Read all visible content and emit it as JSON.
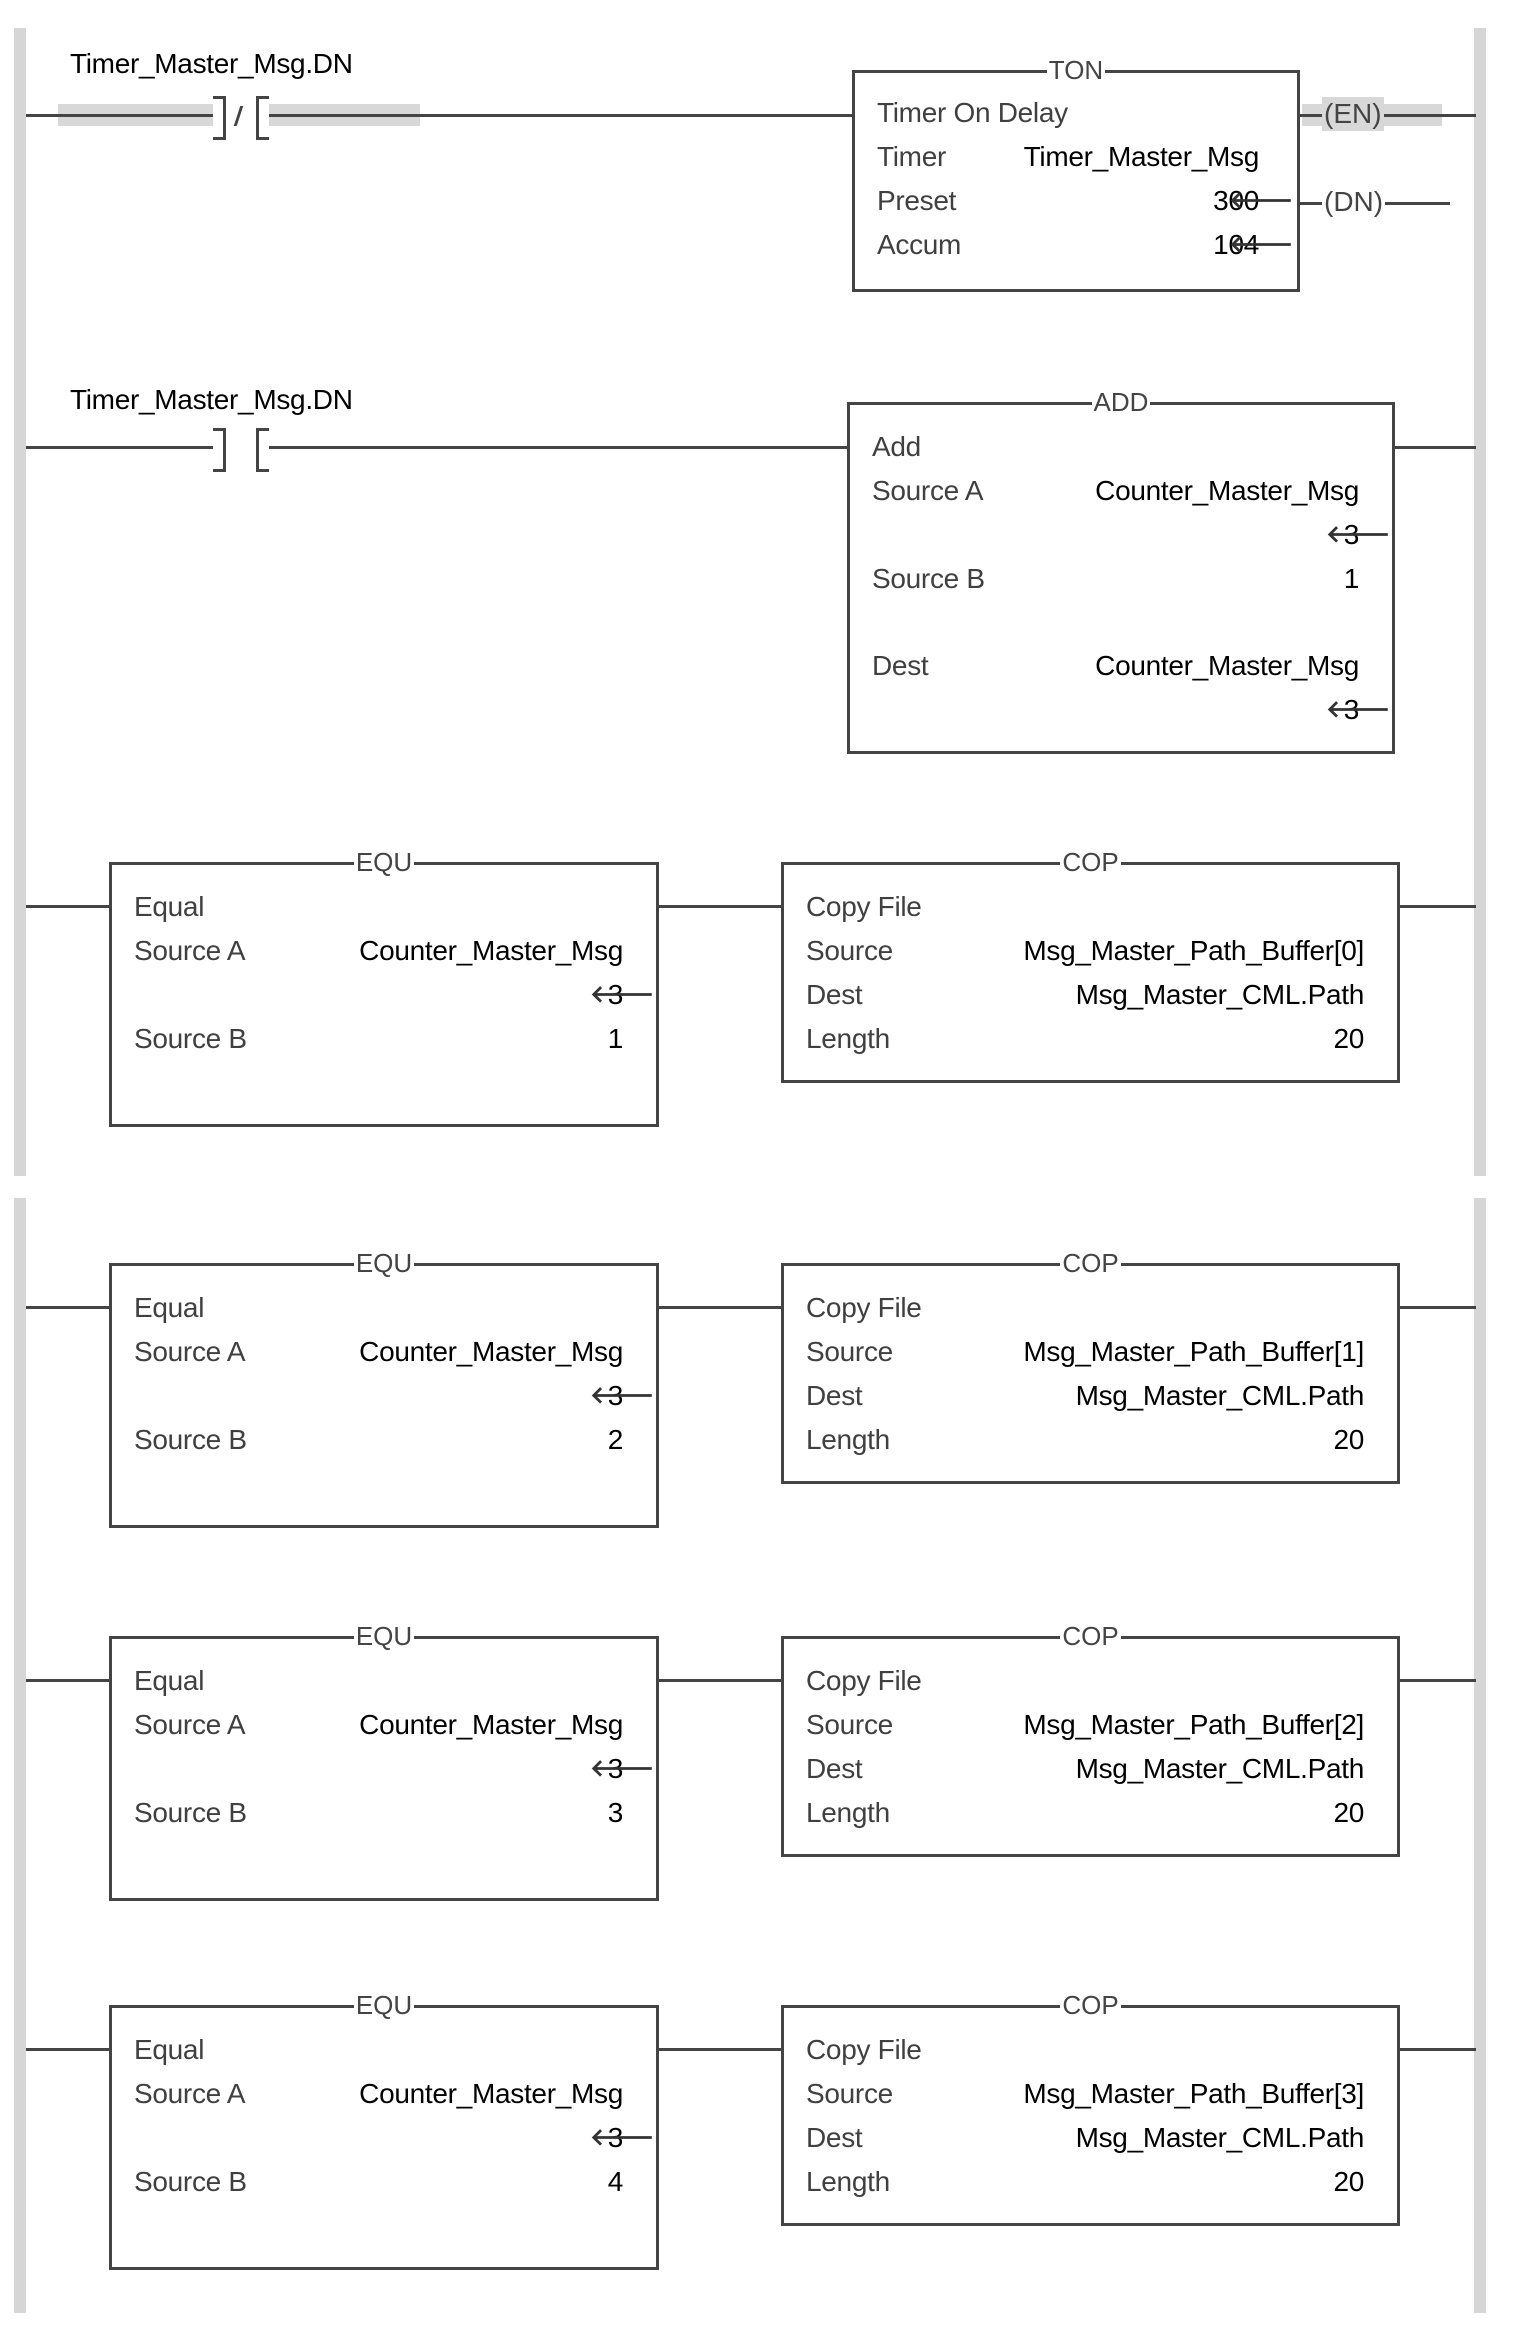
{
  "rungs": [
    {
      "contact": {
        "tag": "Timer_Master_Msg.DN",
        "type": "XIO"
      },
      "instruction": {
        "mnemonic": "TON",
        "title": "Timer On Delay",
        "rows": [
          {
            "label": "Timer",
            "value": "Timer_Master_Msg"
          },
          {
            "label": "Preset",
            "value": "300"
          },
          {
            "label": "Accum",
            "value": "104"
          }
        ],
        "outputs": [
          "(EN)",
          "(DN)"
        ]
      }
    },
    {
      "contact": {
        "tag": "Timer_Master_Msg.DN",
        "type": "XIC"
      },
      "instruction": {
        "mnemonic": "ADD",
        "title": "Add",
        "rows": [
          {
            "label": "Source A",
            "value": "Counter_Master_Msg",
            "live": "3"
          },
          {
            "label": "Source B",
            "value": "1"
          },
          {
            "label": "Dest",
            "value": "Counter_Master_Msg",
            "live": "3"
          }
        ]
      }
    },
    {
      "equ": {
        "mnemonic": "EQU",
        "title": "Equal",
        "source_a_label": "Source A",
        "source_a": "Counter_Master_Msg",
        "source_a_live": "3",
        "source_b_label": "Source B",
        "source_b": "1"
      },
      "cop": {
        "mnemonic": "COP",
        "title": "Copy File",
        "source_label": "Source",
        "source": "Msg_Master_Path_Buffer[0]",
        "dest_label": "Dest",
        "dest": "Msg_Master_CML.Path",
        "length_label": "Length",
        "length": "20"
      }
    },
    {
      "equ": {
        "mnemonic": "EQU",
        "title": "Equal",
        "source_a_label": "Source A",
        "source_a": "Counter_Master_Msg",
        "source_a_live": "3",
        "source_b_label": "Source B",
        "source_b": "2"
      },
      "cop": {
        "mnemonic": "COP",
        "title": "Copy File",
        "source_label": "Source",
        "source": "Msg_Master_Path_Buffer[1]",
        "dest_label": "Dest",
        "dest": "Msg_Master_CML.Path",
        "length_label": "Length",
        "length": "20"
      }
    },
    {
      "equ": {
        "mnemonic": "EQU",
        "title": "Equal",
        "source_a_label": "Source A",
        "source_a": "Counter_Master_Msg",
        "source_a_live": "3",
        "source_b_label": "Source B",
        "source_b": "3"
      },
      "cop": {
        "mnemonic": "COP",
        "title": "Copy File",
        "source_label": "Source",
        "source": "Msg_Master_Path_Buffer[2]",
        "dest_label": "Dest",
        "dest": "Msg_Master_CML.Path",
        "length_label": "Length",
        "length": "20"
      }
    },
    {
      "equ": {
        "mnemonic": "EQU",
        "title": "Equal",
        "source_a_label": "Source A",
        "source_a": "Counter_Master_Msg",
        "source_a_live": "3",
        "source_b_label": "Source B",
        "source_b": "4"
      },
      "cop": {
        "mnemonic": "COP",
        "title": "Copy File",
        "source_label": "Source",
        "source": "Msg_Master_Path_Buffer[3]",
        "dest_label": "Dest",
        "dest": "Msg_Master_CML.Path",
        "length_label": "Length",
        "length": "20"
      }
    }
  ],
  "glyphs": {
    "value_arrow": "🡐"
  },
  "colors": {
    "rail": "#d6d6d6",
    "wire": "#444444",
    "energized_highlight": "#d8d8d8"
  }
}
